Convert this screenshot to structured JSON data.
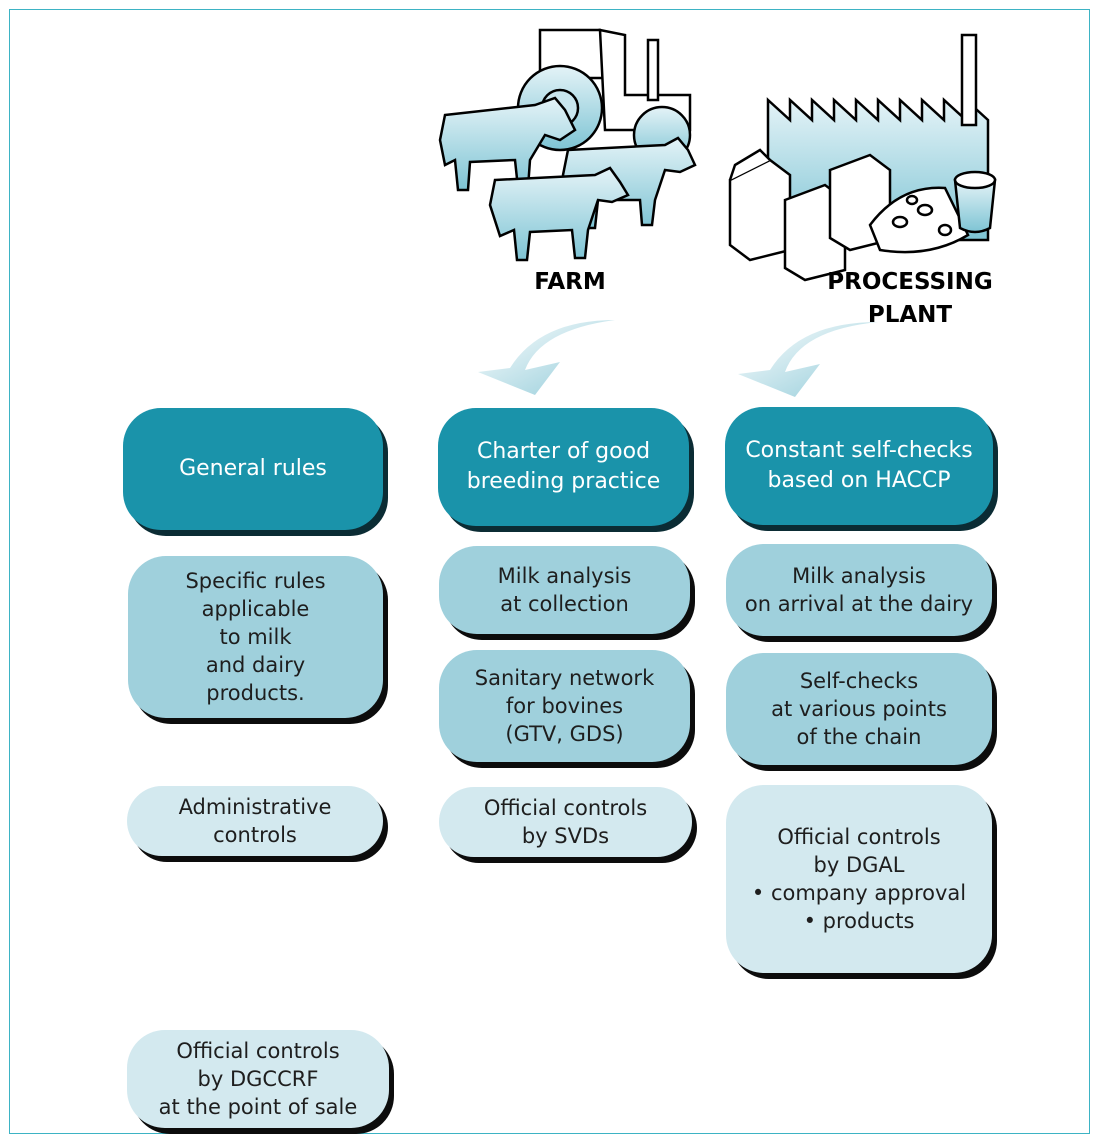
{
  "headings": {
    "farm": "FARM",
    "plant": "PROCESSING\nPLANT"
  },
  "general": {
    "general_rules": "General rules",
    "specific_rules": "Specific rules\napplicable\nto milk\nand dairy\nproducts.",
    "administrative": "Administrative\ncontrols",
    "dgccrf": "Official controls\nby DGCCRF\nat the point of sale"
  },
  "farm": {
    "charter": "Charter of good\nbreeding practice",
    "milk_collection": "Milk analysis\nat collection",
    "sanitary": "Sanitary network\nfor bovines\n(GTV, GDS)",
    "svds": "Official controls\nby SVDs"
  },
  "plant": {
    "haccp": "Constant self-checks\nbased on HACCP",
    "milk_arrival": "Milk analysis\non arrival at the dairy",
    "self_checks": "Self-checks\nat various points\nof the chain",
    "dgal": "Official controls\nby DGAL\n• company approval\n• products"
  },
  "colors": {
    "frame": "#3db3c4",
    "dark_box": "#1a93aa",
    "mid_box": "#9fd0dc",
    "light_box": "#d3e9ef",
    "illustration_fill": "#aedbe6"
  },
  "icons": [
    "tractor-icon",
    "cow-icon",
    "factory-icon",
    "milk-carton-icon",
    "cheese-icon",
    "yogurt-pot-icon",
    "curved-arrow-icon"
  ]
}
